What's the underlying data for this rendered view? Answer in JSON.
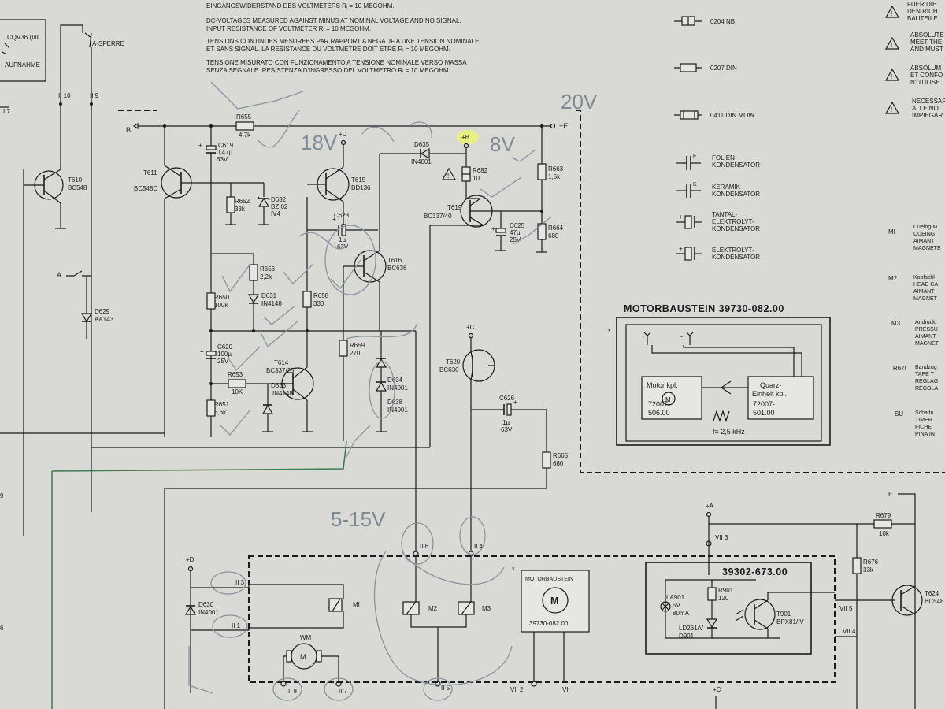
{
  "header": {
    "lines_de": [
      "EINGANGSWIDERSTAND DES VOLTMETERS R",
      "DC-VOLTAGES MEASURED AGAINST MINUS AT NOMINAL VOLTAGE AND NO SIGNAL.",
      "INPUT RESISTANCE OF VOLTMETER R",
      "= 10 MEGOHM."
    ],
    "l1": "EINGANGSWIDERSTAND DES VOLTMETERS Rᵢ = 10 MEGOHM.",
    "l2": "DC-VOLTAGES MEASURED AGAINST MINUS AT NOMINAL VOLTAGE AND NO SIGNAL.",
    "l3": "INPUT RESISTANCE OF VOLTMETER Rᵢ = 10 MEGOHM.",
    "l4": "TENSIONS CONTINUES MESUREES PAR RAPPORT A NEGATIF A UNE TENSION NOMINALE",
    "l5": "ET SANS SIGNAL. LA RESISTANCE DU VOLTMETRE DOIT ETRE Rᵢ = 10 MEGOHM.",
    "l6": "TENSIONE MISURATO CON FUNZIONAMENTO A TENSIONE NOMINALE VERSO MASSA",
    "l7": "SENZA SEGNALE. RESISTENZA D'INGRESSO DEL VOLTMETRO Rᵢ = 10 MEGOHM."
  },
  "legend": {
    "r0204": "0204 NB",
    "r0207": "0207 DIN",
    "r0411": "0411 DIN MOW",
    "folie": [
      "FOLIEN-",
      "KONDENSATOR"
    ],
    "keramik": [
      "KERAMIK-",
      "KONDENSATOR"
    ],
    "tantal": [
      "TANTAL-",
      "ELEKTROLYT-",
      "KONDENSATOR"
    ],
    "elektrolyt": [
      "ELEKTROLYT-",
      "KONDENSATOR"
    ],
    "cap_f": "F",
    "cap_k": "K"
  },
  "warnings": [
    [
      "FUER DIE",
      "DEN RICH",
      "BAUTEILE"
    ],
    [
      "ABSOLUTE",
      "MEET THE",
      "AND MUST"
    ],
    [
      "ABSOLUM",
      "ET CONFO",
      "N'UTILISE"
    ],
    [
      "NECESSAR",
      "ALLE NO",
      "IMPIEGAR"
    ]
  ],
  "side_notes": [
    {
      "code": "MI",
      "lines": [
        "Cueing-M",
        "CUEING",
        "AIMANT",
        "MAGNETE"
      ]
    },
    {
      "code": "M2",
      "lines": [
        "Kopfschl",
        "HEAD CA",
        "AIMANT",
        "MAGNET"
      ]
    },
    {
      "code": "M3",
      "lines": [
        "Andruck",
        "PRESSU",
        "AIMANT",
        "MAGNET"
      ]
    },
    {
      "code": "R67I",
      "lines": [
        "Bandzug",
        "TAPE T",
        "REGLAG",
        "REGOLA"
      ]
    },
    {
      "code": "SU",
      "lines": [
        "Schaltu",
        "TIMER",
        "FICHE",
        "PINA IN"
      ]
    }
  ],
  "top_left": {
    "cqv": "CQV36 (I/II",
    "aufnahme": "AUFNAHME",
    "sperre": "A-SPERRE",
    "pin_ii10": "II 10",
    "pin_ii9": "II 9",
    "pin_i7": "I 7",
    "b": "B",
    "a": "A",
    "e": "+E"
  },
  "components": {
    "T610": [
      "T610",
      "BC548"
    ],
    "T611": [
      "T611",
      "BC548C"
    ],
    "T615": [
      "T615",
      "BD136"
    ],
    "T616": [
      "T616",
      "BC636"
    ],
    "T619": [
      "T619",
      "BC337/40"
    ],
    "T614": [
      "T614",
      "BC337/25"
    ],
    "T620": [
      "T620",
      "BC636"
    ],
    "T624": [
      "T624",
      "BC548"
    ],
    "T901": [
      "T901",
      "BPX81/IV"
    ],
    "R655": [
      "R655",
      "4,7k"
    ],
    "R652": [
      "R652",
      "33k"
    ],
    "R656": [
      "R656",
      "2,2k"
    ],
    "R650": [
      "R650",
      "100k"
    ],
    "R658": [
      "R658",
      "330"
    ],
    "R659": [
      "R659",
      "270"
    ],
    "R653": [
      "R653",
      "10K"
    ],
    "R651": [
      "R651",
      "5,6k"
    ],
    "R682": [
      "R682",
      "10"
    ],
    "R663": [
      "R663",
      "1,5k"
    ],
    "R664": [
      "R664",
      "680"
    ],
    "R665": [
      "R665",
      "680"
    ],
    "R679": [
      "R679",
      "10k"
    ],
    "R676": [
      "R676",
      "33k"
    ],
    "R901": [
      "R901",
      "120"
    ],
    "C619": [
      "C619",
      "0,47µ",
      "63V"
    ],
    "C623": [
      "C623",
      "1µ",
      "63V"
    ],
    "C625": [
      "C625",
      "47µ",
      "25V"
    ],
    "C620": [
      "C620",
      "100µ",
      "25V"
    ],
    "C626": [
      "C626",
      "1µ",
      "63V"
    ],
    "D632": [
      "D632",
      "BZI02",
      "IV4"
    ],
    "D631": [
      "D631",
      "IN4148"
    ],
    "D633": [
      "D633",
      "IN4148"
    ],
    "D634": [
      "D634",
      "IN4001"
    ],
    "D638": [
      "D638",
      "IN4001"
    ],
    "D635": [
      "D635",
      "IN4001"
    ],
    "D629": [
      "D629",
      "AA143"
    ],
    "D630": [
      "D630",
      "IN4001"
    ],
    "LA901": [
      "LA901",
      "5V",
      "80mA"
    ],
    "D901": [
      "LD261/V",
      "D901"
    ]
  },
  "nets": {
    "plus_d": "+D",
    "plus_b": "+B",
    "plus_c": "+C",
    "plus_a": "+A",
    "plus_e_bot": "E",
    "plus_c_bot": "+C"
  },
  "bottom": {
    "pin_ii6": "II 6",
    "pin_ii4": "II 4",
    "pin_ii3": "II 3",
    "pin_ii1": "II 1",
    "pin_ii8": "II 8",
    "pin_ii7": "II 7",
    "pin_ii5": "II 5",
    "pin_vii2": "VII 2",
    "pin_vii1": "VII",
    "pin_vii3": "VII 3",
    "pin_vii5": "VII 5",
    "pin_vii4": "VII 4",
    "m2": "M2",
    "m3": "M3",
    "mi": "MI",
    "wm": "WM",
    "m": "M",
    "motor_small_title": "MOTORBAUSTEIN",
    "motor_small_num": "39730-082.00",
    "module_number": "39302-673.00",
    "left_edge_9": "9",
    "left_edge_6": "6"
  },
  "motor_block": {
    "title": "MOTORBAUSTEIN  39730-082.00",
    "motor_label": [
      "Motor kpl."
    ],
    "motor_num": [
      "72007-",
      "506.00"
    ],
    "quarz_label": [
      "Quarz-",
      "Einheit kpl."
    ],
    "quarz_num": [
      "72007-",
      "501.00"
    ],
    "freq": "f= 2,5 kHz",
    "plus": "+",
    "minus": "-",
    "star": "*"
  },
  "handwritten": {
    "v20": "20V",
    "v18": "18V",
    "v8": "8V",
    "v515": "5-15V"
  },
  "colors": {
    "paper": "#d9d9d6",
    "ink": "#1b1b1b",
    "pencil": "#8a949c",
    "green_marker": "#3d7a4c",
    "highlight": "#e9f27a"
  }
}
